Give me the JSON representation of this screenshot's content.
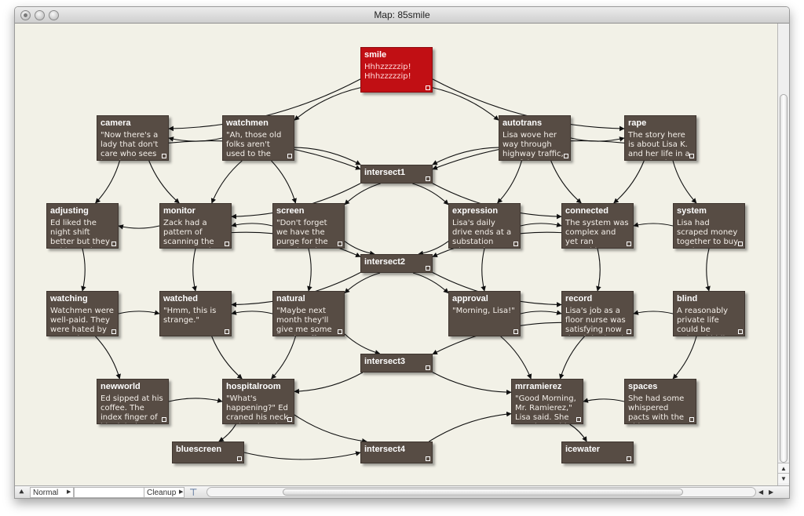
{
  "window": {
    "title": "Map: 85smile"
  },
  "notes": [
    {
      "id": "smile",
      "title": "smile",
      "body": "Hhhzzzzzip!\nHhhzzzzzip!",
      "red": true
    },
    {
      "id": "camera",
      "title": "camera",
      "body": "\"Now there's a lady that don't care who sees her do what,\" said E"
    },
    {
      "id": "watchmen",
      "title": "watchmen",
      "body": "\"Ah, those old folks aren't used to the cameras yet. They think t"
    },
    {
      "id": "autotrans",
      "title": "autotrans",
      "body": "Lisa wove her way through highway traffic, careful not to go over"
    },
    {
      "id": "rape",
      "title": "rape",
      "body": "The story here is about Lisa K. and her life in a completely sepa"
    },
    {
      "id": "intersect1",
      "title": "intersect1",
      "body": ""
    },
    {
      "id": "adjusting",
      "title": "adjusting",
      "body": "Ed liked the night shift better but they paid premium rewards fo"
    },
    {
      "id": "monitor",
      "title": "monitor",
      "body": "Zack had a pattern of scanning the screens under his inspection"
    },
    {
      "id": "screen",
      "title": "screen",
      "body": "\"Don't forget we have the purge for the month today,\" said Zack."
    },
    {
      "id": "expression",
      "title": "expression",
      "body": "Lisa's daily drive ends at a substation where she parks her ca"
    },
    {
      "id": "connected",
      "title": "connected",
      "body": "The system was complex and yet ran smoothly as ribbons of graphi"
    },
    {
      "id": "system",
      "title": "system",
      "body": "Lisa had scraped money together to buy a private housing unit ba"
    },
    {
      "id": "intersect2",
      "title": "intersect2",
      "body": ""
    },
    {
      "id": "watching",
      "title": "watching",
      "body": "Watchmen were well-paid. They were hated by many, but"
    },
    {
      "id": "watched",
      "title": "watched",
      "body": "\"Hmm, this is strange.\""
    },
    {
      "id": "natural",
      "title": "natural",
      "body": "\"Maybe next month they'll give me some good stuff,\" Zack"
    },
    {
      "id": "approval",
      "title": "approval",
      "body": "\"Morning, Lisa!\""
    },
    {
      "id": "record",
      "title": "record",
      "body": "Lisa's job as a floor nurse was satisfying now that it had up la"
    },
    {
      "id": "blind",
      "title": "blind",
      "body": "A reasonably private life could be enjoyed hiding in blindspots"
    },
    {
      "id": "intersect3",
      "title": "intersect3",
      "body": ""
    },
    {
      "id": "newworld",
      "title": "newworld",
      "body": "Ed sipped at his coffee. The index finger of his right hand hover"
    },
    {
      "id": "hospitalroom",
      "title": "hospitalroom",
      "body": "\"What's happening?\" Ed craned his neck and squinted at"
    },
    {
      "id": "mrramierez",
      "title": "mrramierez",
      "body": "\"Good Morning, Mr. Ramierez,\" Lisa said. She stood over his"
    },
    {
      "id": "spaces",
      "title": "spaces",
      "body": "She had some whispered pacts with the old ones. Her patients who"
    },
    {
      "id": "bluescreen",
      "title": "bluescreen",
      "body": ""
    },
    {
      "id": "intersect4",
      "title": "intersect4",
      "body": ""
    },
    {
      "id": "icewater",
      "title": "icewater",
      "body": ""
    }
  ],
  "statusbar": {
    "view_mode": "Normal",
    "cleanup_label": "Cleanup",
    "name_field": ""
  }
}
